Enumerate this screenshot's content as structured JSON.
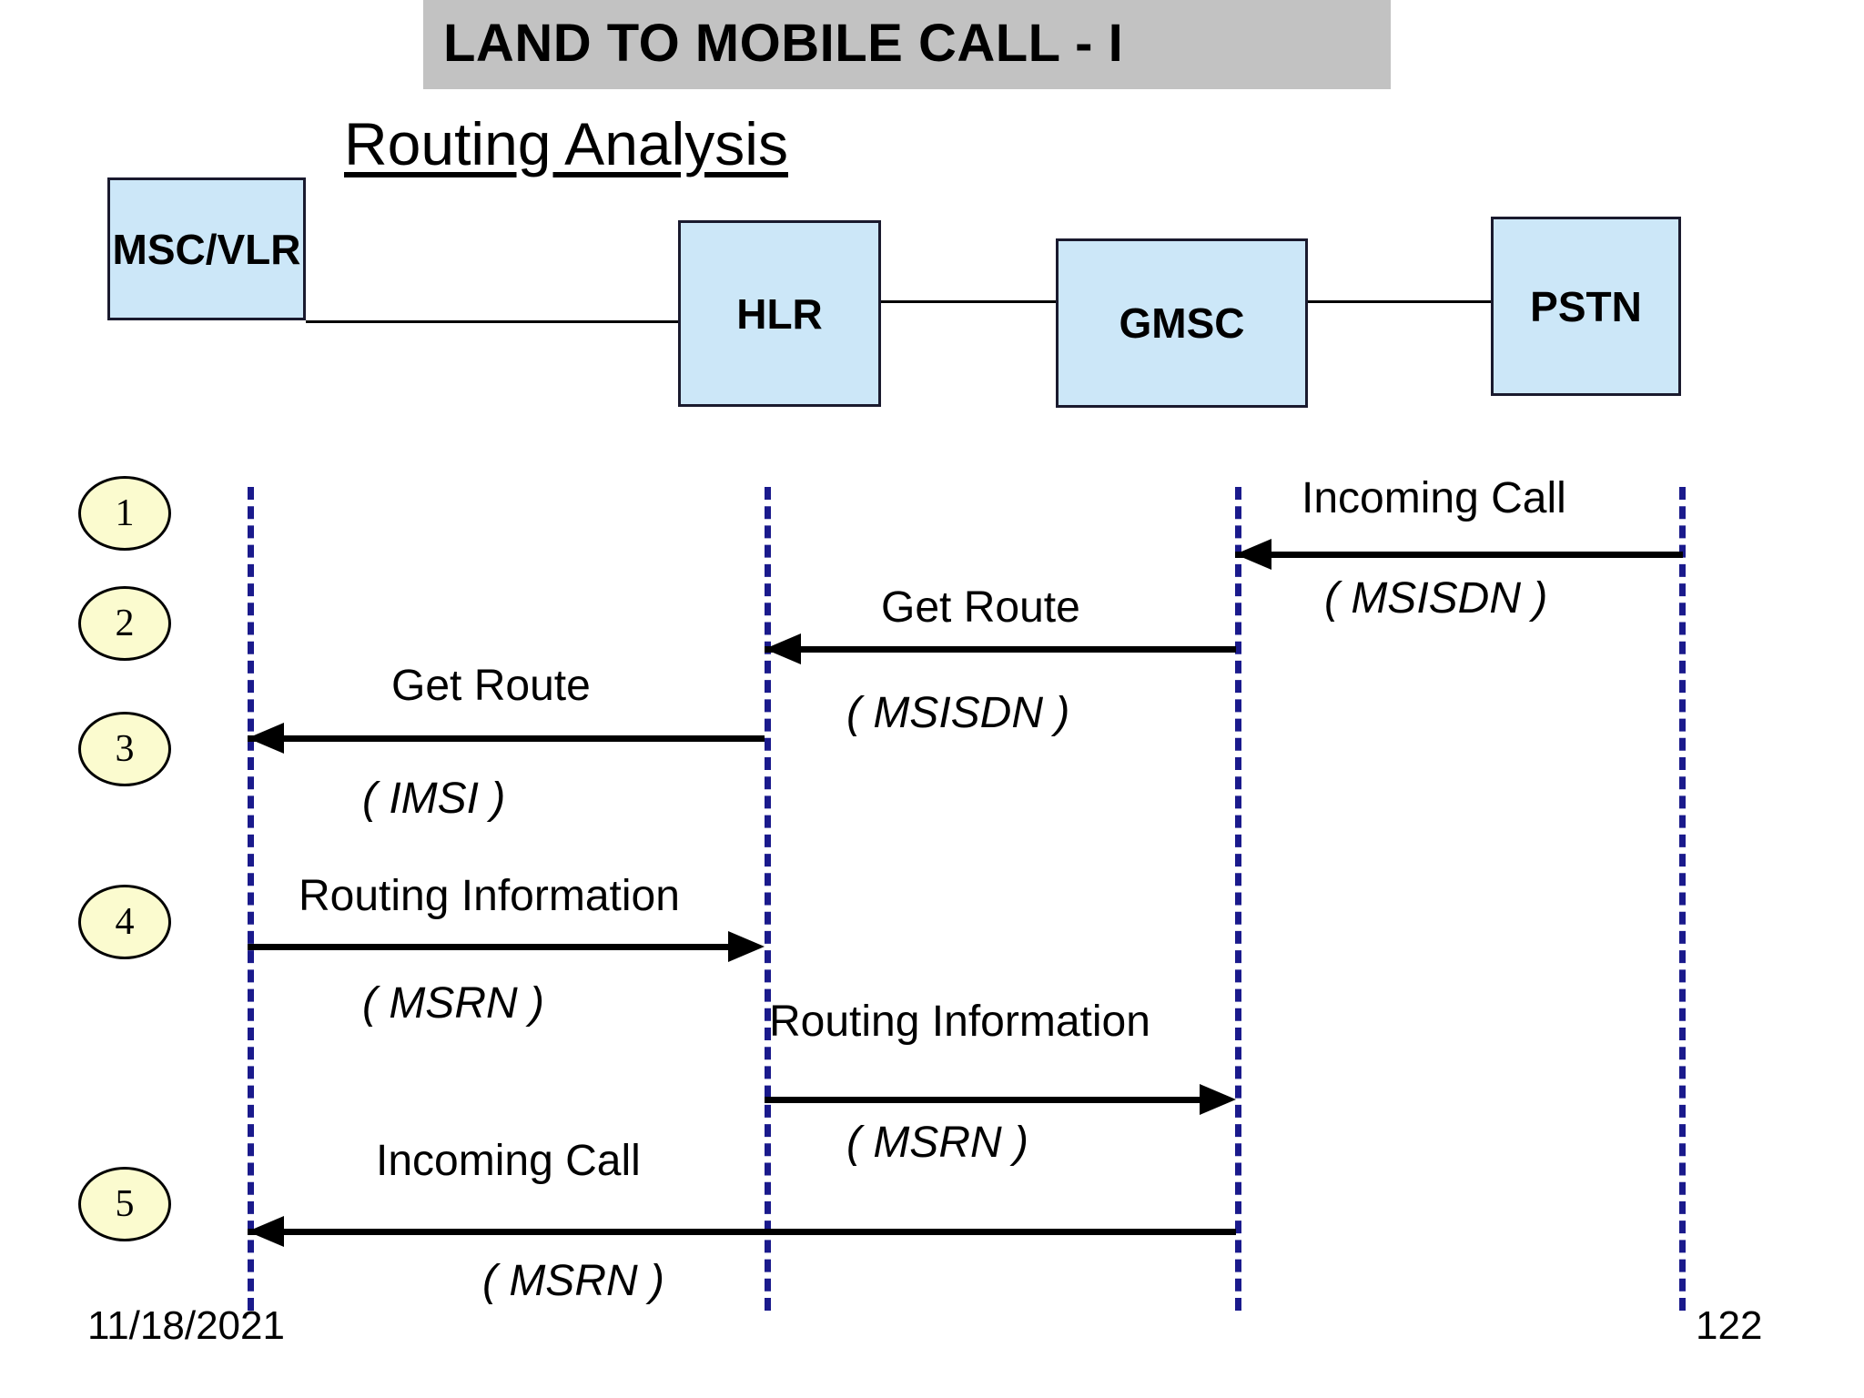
{
  "slide": {
    "title": "LAND TO MOBILE CALL - I",
    "subtitle": "Routing Analysis",
    "footer_date": "11/18/2021",
    "page_number": "122",
    "colors": {
      "title_band": "#c2c2c2",
      "node_fill": "#cce7f8",
      "node_border": "#1a1a2e",
      "lifeline": "#1a1a8c",
      "step_circle_fill": "#fbfbcf",
      "arrow": "#000000"
    }
  },
  "nodes": [
    {
      "id": "mscvlr",
      "label": "MSC/VLR"
    },
    {
      "id": "hlr",
      "label": "HLR"
    },
    {
      "id": "gmsc",
      "label": "GMSC"
    },
    {
      "id": "pstn",
      "label": "PSTN"
    }
  ],
  "steps": [
    {
      "number": "1"
    },
    {
      "number": "2"
    },
    {
      "number": "3"
    },
    {
      "number": "4"
    },
    {
      "number": "5"
    }
  ],
  "messages": [
    {
      "step": "1",
      "label": "Incoming Call",
      "param": "( MSISDN )",
      "from": "PSTN",
      "to": "GMSC",
      "direction": "left"
    },
    {
      "step": "2",
      "label": "Get Route",
      "param": "( MSISDN )",
      "from": "GMSC",
      "to": "HLR",
      "direction": "left"
    },
    {
      "step": "3",
      "label": "Get Route",
      "param": "( IMSI )",
      "from": "HLR",
      "to": "MSC/VLR",
      "direction": "left"
    },
    {
      "step": "4",
      "label": "Routing Information",
      "param": "( MSRN )",
      "from": "MSC/VLR",
      "to": "HLR",
      "direction": "right"
    },
    {
      "step": "",
      "label": "Routing Information",
      "param": "( MSRN )",
      "from": "HLR",
      "to": "GMSC",
      "direction": "right"
    },
    {
      "step": "5",
      "label": "Incoming Call",
      "param": "( MSRN )",
      "from": "GMSC",
      "to": "MSC/VLR",
      "direction": "left"
    }
  ]
}
